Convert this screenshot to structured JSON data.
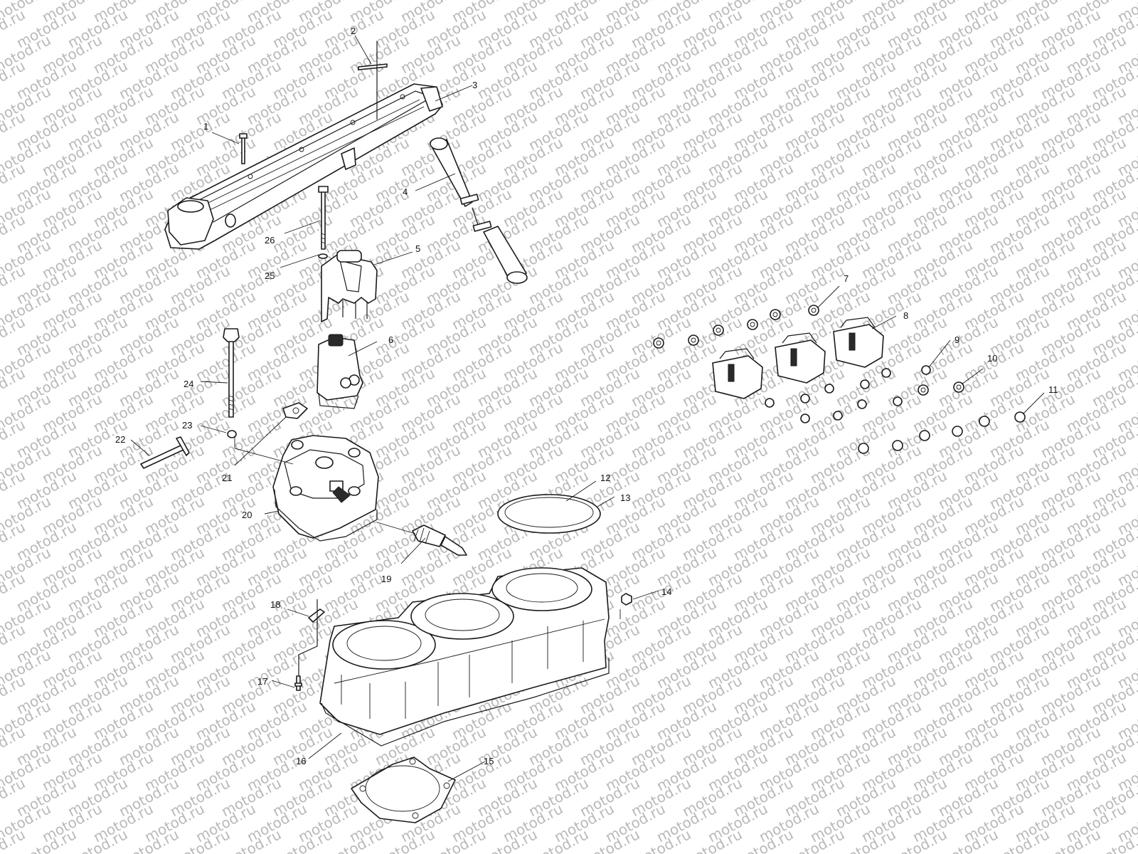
{
  "watermark": {
    "text": "motod.ru",
    "color": "#b9b9b9"
  },
  "callouts": [
    "1",
    "2",
    "3",
    "4",
    "5",
    "6",
    "7",
    "8",
    "9",
    "10",
    "11",
    "12",
    "13",
    "14",
    "15",
    "16",
    "17",
    "18",
    "19",
    "20",
    "21",
    "22",
    "23",
    "24",
    "25",
    "26"
  ]
}
